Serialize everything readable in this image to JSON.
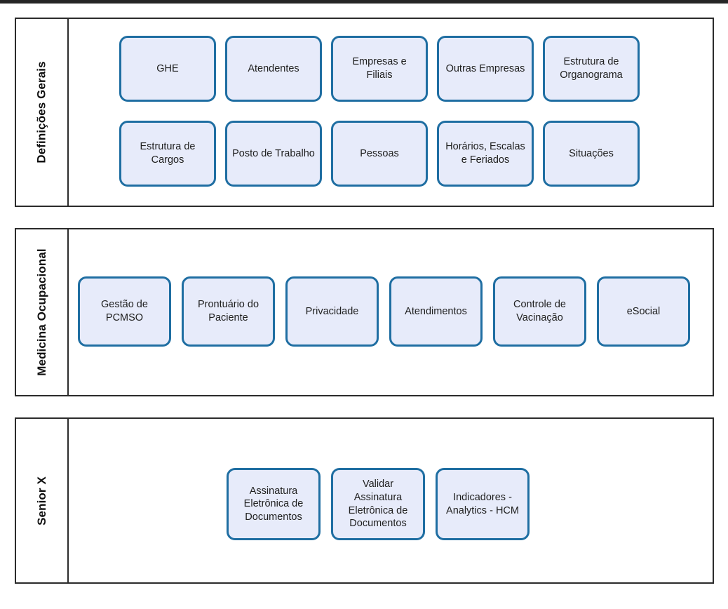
{
  "theme": {
    "card_fill": "#e7ebfa",
    "card_border": "#1f6ea2",
    "frame_border": "#2b2b2b",
    "label_text": "#111111",
    "card_text": "#202020",
    "page_background": "#ffffff",
    "top_bar": "#262626"
  },
  "sections": [
    {
      "label": "Definições Gerais",
      "rows": [
        {
          "cards": [
            {
              "label": "GHE"
            },
            {
              "label": "Atendentes"
            },
            {
              "label": "Empresas e Filiais"
            },
            {
              "label": "Outras Empresas"
            },
            {
              "label": "Estrutura de Organograma"
            }
          ]
        },
        {
          "cards": [
            {
              "label": "Estrutura de Cargos"
            },
            {
              "label": "Posto de Trabalho"
            },
            {
              "label": "Pessoas"
            },
            {
              "label": "Horários, Escalas e Feriados"
            },
            {
              "label": "Situações"
            }
          ]
        }
      ]
    },
    {
      "label": "Medicina Ocupacional",
      "rows": [
        {
          "cards": [
            {
              "label": "Gestão de PCMSO"
            },
            {
              "label": "Prontuário do Paciente"
            },
            {
              "label": "Privacidade"
            },
            {
              "label": "Atendimentos"
            },
            {
              "label": "Controle de Vacinação"
            },
            {
              "label": "eSocial"
            }
          ]
        }
      ]
    },
    {
      "label": "Senior X",
      "rows": [
        {
          "cards": [
            {
              "label": "Assinatura Eletrônica de Documentos"
            },
            {
              "label": "Validar Assinatura Eletrônica de Documentos"
            },
            {
              "label": "Indicadores - Analytics - HCM"
            }
          ]
        }
      ]
    }
  ]
}
